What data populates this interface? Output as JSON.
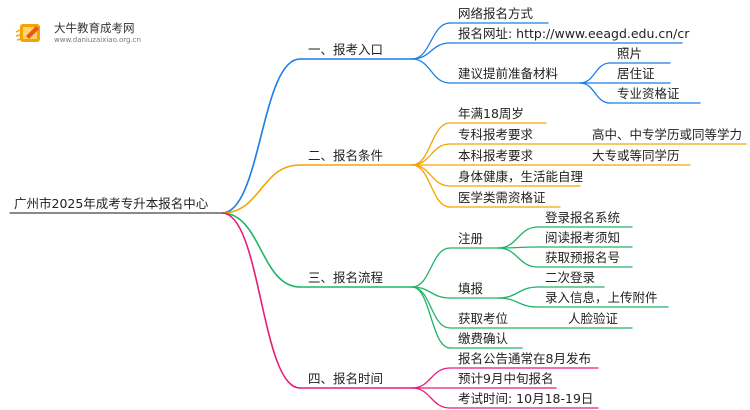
{
  "logo": {
    "title": "大牛教育成考网",
    "url": "www.daniuzaixiao.org.cn",
    "icon": "pencil-book-icon"
  },
  "colors": {
    "branch1": "#1a7de8",
    "branch2": "#f5a300",
    "branch3": "#20b36a",
    "branch4": "#e81c78"
  },
  "mindmap": {
    "root": "广州市2025年成考专升本报名中心",
    "branches": [
      {
        "label": "一、报考入口",
        "children": [
          {
            "label": "网络报名方式"
          },
          {
            "label": "报名网址: http://www.eeagd.edu.cn/cr"
          },
          {
            "label": "建议提前准备材料",
            "children": [
              "照片",
              "居住证",
              "专业资格证"
            ]
          }
        ]
      },
      {
        "label": "二、报名条件",
        "children": [
          {
            "label": "年满18周岁"
          },
          {
            "label": "专科报考要求",
            "children": [
              "高中、中专学历或同等学力"
            ]
          },
          {
            "label": "本科报考要求",
            "children": [
              "大专或等同学历"
            ]
          },
          {
            "label": "身体健康，生活能自理"
          },
          {
            "label": "医学类需资格证"
          }
        ]
      },
      {
        "label": "三、报名流程",
        "children": [
          {
            "label": "注册",
            "children": [
              "登录报名系统",
              "阅读报考须知",
              "获取预报名号"
            ]
          },
          {
            "label": "填报",
            "children": [
              "二次登录",
              "录入信息，上传附件"
            ]
          },
          {
            "label": "获取考位",
            "children": [
              "人脸验证"
            ]
          },
          {
            "label": "缴费确认"
          }
        ]
      },
      {
        "label": "四、报名时间",
        "children": [
          {
            "label": "报名公告通常在8月发布"
          },
          {
            "label": "预计9月中旬报名"
          },
          {
            "label": "考试时间: 10月18-19日"
          }
        ]
      }
    ]
  }
}
